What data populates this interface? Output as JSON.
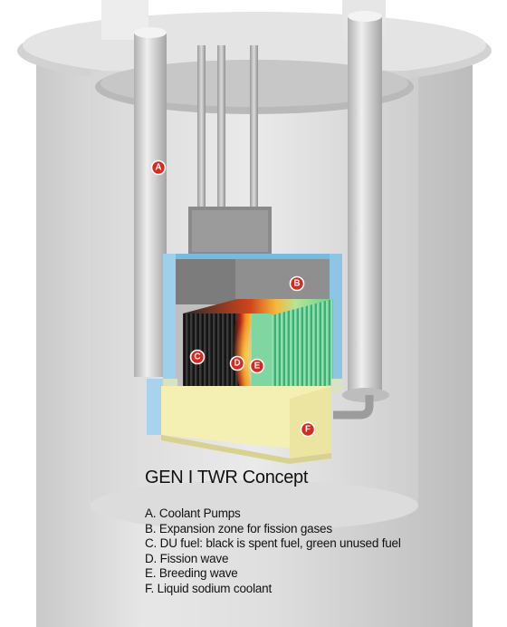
{
  "title": "GEN I TWR Concept",
  "legend": [
    "A. Coolant Pumps",
    "B. Expansion zone for fission gases",
    "C. DU fuel: black is spent fuel, green unused fuel",
    "D. Fission wave",
    "E. Breeding wave",
    "F. Liquid sodium coolant"
  ],
  "markers": {
    "a": "A",
    "b": "B",
    "c": "C",
    "d": "D",
    "e": "E",
    "f": "F"
  },
  "colors": {
    "marker": "#d9291f",
    "expansion_zone": "#9fd0ea",
    "spent_fuel": "#1c1c1c",
    "unused_fuel": "#5ec88a",
    "fission_wave": "#f08a1c",
    "coolant_base": "#f4efb2"
  }
}
